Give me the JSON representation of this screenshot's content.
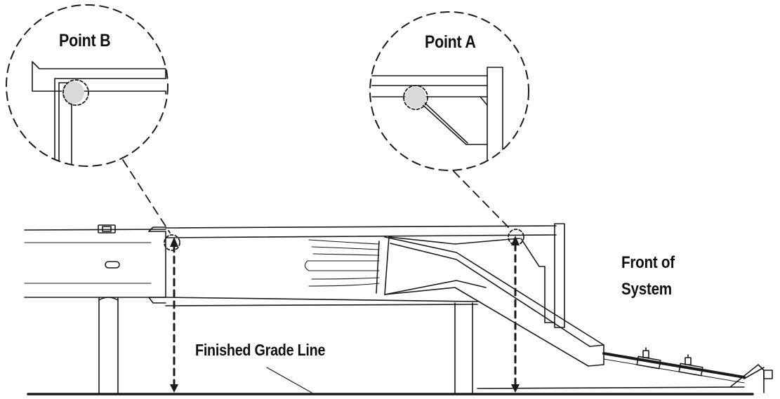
{
  "labels": {
    "point_b": "Point B",
    "point_a": "Point A",
    "front_line1": "Front of",
    "front_line2": "System",
    "grade_line": "Finished Grade Line"
  },
  "colors": {
    "stroke": "#1a1a1a",
    "marker_fill": "#d9d9d9",
    "background": "#ffffff"
  }
}
